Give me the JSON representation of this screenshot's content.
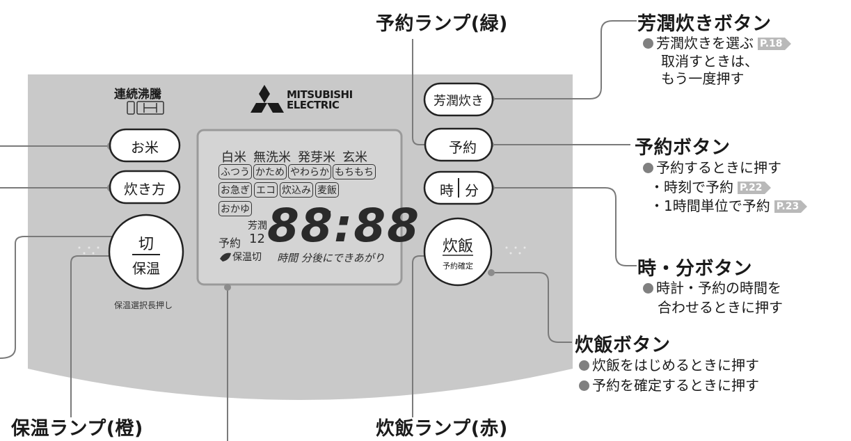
{
  "colors": {
    "panel": "#c9c9c9",
    "lcd": "#d6d6d6",
    "line": "#7a7a7a",
    "ref_badge": "#b9b9b9"
  },
  "brand": {
    "logo_icon": "mitsubishi-three-diamonds-icon",
    "line1": "MITSUBISHI",
    "line2": "ELECTRIC",
    "series": "連続沸騰",
    "ih_icon": "ih-icon"
  },
  "buttons": {
    "okome": "お米",
    "takikata": "炊き方",
    "kiri": "切",
    "hoon": "保温",
    "hoon_note": "保温選択長押し",
    "houjun": "芳潤炊き",
    "yoyaku": "予約",
    "ji": "時",
    "fun": "分",
    "suihan": "炊飯",
    "suihan_sub": "予約確定"
  },
  "lcd": {
    "rice_types": [
      "白米",
      "無洗米",
      "発芽米",
      "玄米"
    ],
    "textures": [
      "ふつう",
      "かため",
      "やわらか",
      "もちもち"
    ],
    "modes": [
      "お急ぎ",
      "エコ",
      "炊込み",
      "麦飯"
    ],
    "okayu": "おかゆ",
    "houjun": "芳潤",
    "yoyaku": "予約",
    "yoyaku_num": "12",
    "yaku": "約",
    "digits": "88:88",
    "hoon_kiri": "保温切",
    "leaf_icon": "leaf-icon",
    "bottom": "時間 分後にできあがり"
  },
  "callouts": {
    "yoyaku_lamp": "予約ランプ(緑)",
    "houjun_btn": {
      "title": "芳潤炊きボタン",
      "line1": "芳潤炊きを選ぶ",
      "ref1": "P.18",
      "line2": "取消すときは、",
      "line3": "もう一度押す"
    },
    "yoyaku_btn": {
      "title": "予約ボタン",
      "line1": "予約するときに押す",
      "line2": "・時刻で予約",
      "ref2": "P.22",
      "line3": "・1時間単位で予約",
      "ref3": "P.23"
    },
    "jifun_btn": {
      "title": "時・分ボタン",
      "line1": "時計・予約の時間を",
      "line2": "合わせるときに押す"
    },
    "suihan_btn": {
      "title": "炊飯ボタン",
      "line1": "炊飯をはじめるときに押す",
      "line2": "予約を確定するときに押す"
    },
    "hoon_lamp": "保温ランプ(橙)",
    "suihan_lamp": "炊飯ランプ(赤)"
  }
}
